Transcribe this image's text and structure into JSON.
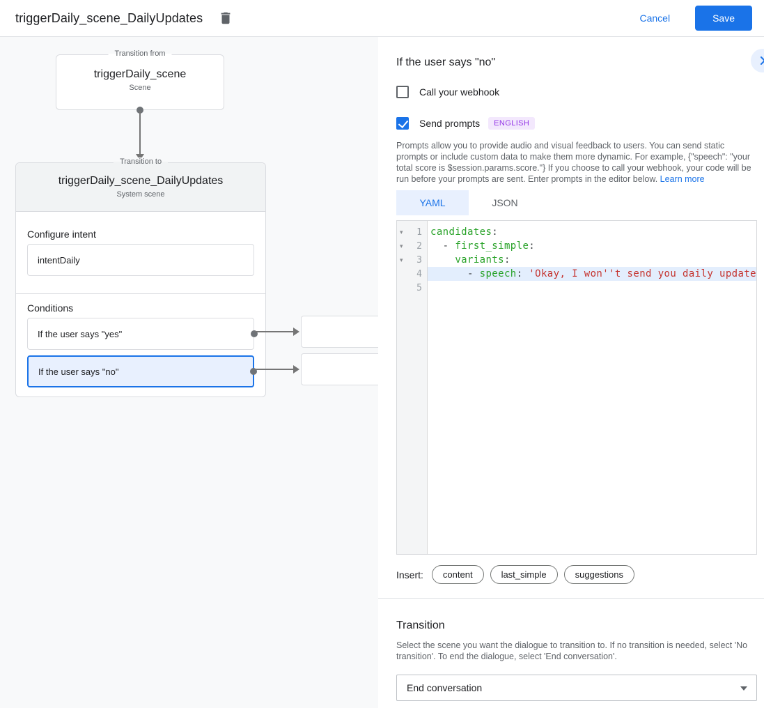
{
  "header": {
    "title": "triggerDaily_scene_DailyUpdates",
    "cancel_label": "Cancel",
    "save_label": "Save"
  },
  "icons": {
    "fold_open": "▾"
  },
  "colors": {
    "accent_blue": "#1a73e8",
    "canvas_bg": "#f8f9fa",
    "selected_condition_bg": "#e8f0fe",
    "badge_bg": "#f3e8fd",
    "badge_text": "#9334e6",
    "code_key_green": "#28a228",
    "code_string_red": "#c5342f",
    "active_line_bg": "#e3eefd"
  },
  "canvas": {
    "transition_from": {
      "legend": "Transition from",
      "title": "triggerDaily_scene",
      "subtitle": "Scene"
    },
    "transition_to": {
      "legend": "Transition to",
      "title": "triggerDaily_scene_DailyUpdates",
      "subtitle": "System scene"
    },
    "configure_intent": {
      "label": "Configure intent",
      "value": "intentDaily"
    },
    "conditions": {
      "label": "Conditions",
      "items": [
        {
          "label": "If the user says \"yes\"",
          "selected": false
        },
        {
          "label": "If the user says \"no\"",
          "selected": true
        }
      ]
    }
  },
  "panel": {
    "title": "If the user says \"no\"",
    "webhook": {
      "label": "Call your webhook",
      "checked": false
    },
    "prompts": {
      "label": "Send prompts",
      "checked": true,
      "badge": "ENGLISH"
    },
    "description": "Prompts allow you to provide audio and visual feedback to users. You can send static prompts or include custom data to make them more dynamic. For example, {\"speech\": \"your total score is $session.params.score.\"} If you choose to call your webhook, your code will be run before your prompts are sent. Enter prompts in the editor below. ",
    "learn_more_label": "Learn more",
    "tabs": [
      {
        "label": "YAML",
        "selected": true
      },
      {
        "label": "JSON",
        "selected": false
      }
    ],
    "editor": {
      "line_numbers": [
        "1",
        "2",
        "3",
        "4",
        "5"
      ],
      "lines": {
        "l1": {
          "key": "candidates",
          "punct": ":"
        },
        "l2": {
          "indent": "  - ",
          "key": "first_simple",
          "punct": ":"
        },
        "l3": {
          "indent": "    ",
          "key": "variants",
          "punct": ":"
        },
        "l4": {
          "indent": "      - ",
          "key": "speech",
          "punct": ": ",
          "string": "'Okay, I won''t send you daily update"
        }
      }
    },
    "insert": {
      "label": "Insert:",
      "chips": [
        "content",
        "last_simple",
        "suggestions"
      ]
    },
    "transition": {
      "heading": "Transition",
      "description": "Select the scene you want the dialogue to transition to. If no transition is needed, select 'No transition'. To end the dialogue, select 'End conversation'.",
      "dropdown_value": "End conversation"
    }
  }
}
